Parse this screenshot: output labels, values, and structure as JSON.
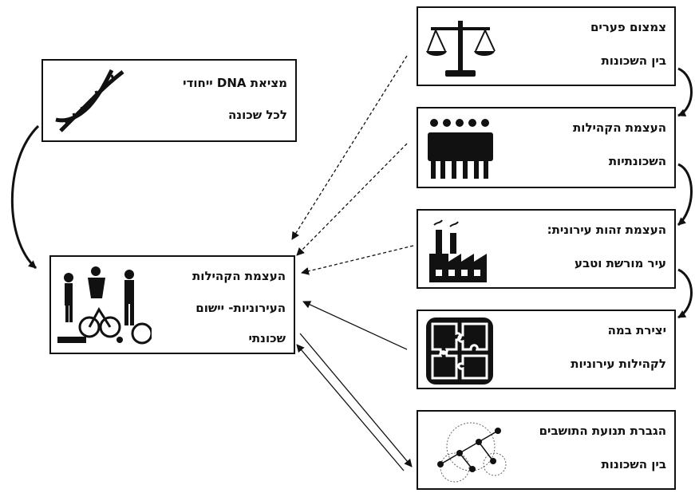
{
  "boxes": {
    "dna": {
      "line1": "מציאת DNA ייחודי",
      "line2": "לכל שכונה"
    },
    "main": {
      "line1": "העצמת הקהילות",
      "line2": "העירוניות- יישום",
      "line3": "שכונתי"
    },
    "gaps": {
      "line1": "צמצום פערים",
      "line2": "בין השכונות"
    },
    "communities": {
      "line1": "העצמת הקהילות",
      "line2": "השכונתיות"
    },
    "identity": {
      "line1": "העצמת זהות עירונית:",
      "line2": "עיר מורשת וטבע"
    },
    "platform": {
      "line1": "יצירת במה",
      "line2": "לקהילות עירוניות"
    },
    "mobility": {
      "line1": "הגברת תנועת התושבים",
      "line2": "בין השכונות"
    }
  },
  "icons": {
    "dna": "dna-helix-icon",
    "main": "people-activities-icon",
    "gaps": "balance-scale-icon",
    "communities": "crowd-icon",
    "identity": "factory-icon",
    "platform": "puzzle-icon",
    "mobility": "network-icon"
  },
  "colors": {
    "ink": "#111111",
    "background": "#ffffff"
  }
}
